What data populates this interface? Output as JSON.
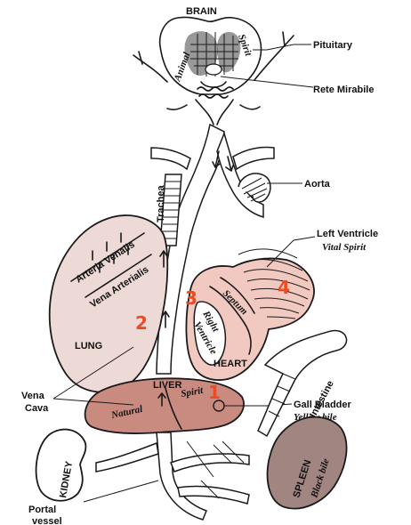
{
  "labels": {
    "brain": "BRAIN",
    "animal": "Animal",
    "spirit_brain": "Spirit",
    "pituitary": "Pituitary",
    "rete_mirabile": "Rete Mirabile",
    "aorta": "Aorta",
    "trachea": "Trachea",
    "arteria_venalis": "Arteria Venalis",
    "vena_arterialis": "Vena Arterialis",
    "lung": "LUNG",
    "left_ventricle": "Left Ventricle",
    "vital_spirit": "Vital Spirit",
    "septum": "Septum",
    "right": "Right",
    "ventricle": "Ventricle",
    "heart": "HEART",
    "liver": "LIVER",
    "natural": "Natural",
    "spirit_liver": "Spirit",
    "intestine": "Intestine",
    "gall_bladder": "Gall Bladder",
    "yellow_bile": "Yellow bile",
    "vena": "Vena",
    "cava": "Cava",
    "kidney": "KIDNEY",
    "spleen": "SPLEEN",
    "black_bile": "Black bile",
    "portal": "Portal",
    "vessel": "vessel",
    "n1": "1",
    "n2": "2",
    "n3": "3",
    "n4": "4"
  },
  "colors": {
    "marker": "#ee4b25",
    "liver_fill": "#c98a80",
    "heart_fill": "#f2c9c0",
    "lung_fill": "#eddad6",
    "spleen_fill": "#a08580",
    "ink": "#1a1a1a"
  }
}
